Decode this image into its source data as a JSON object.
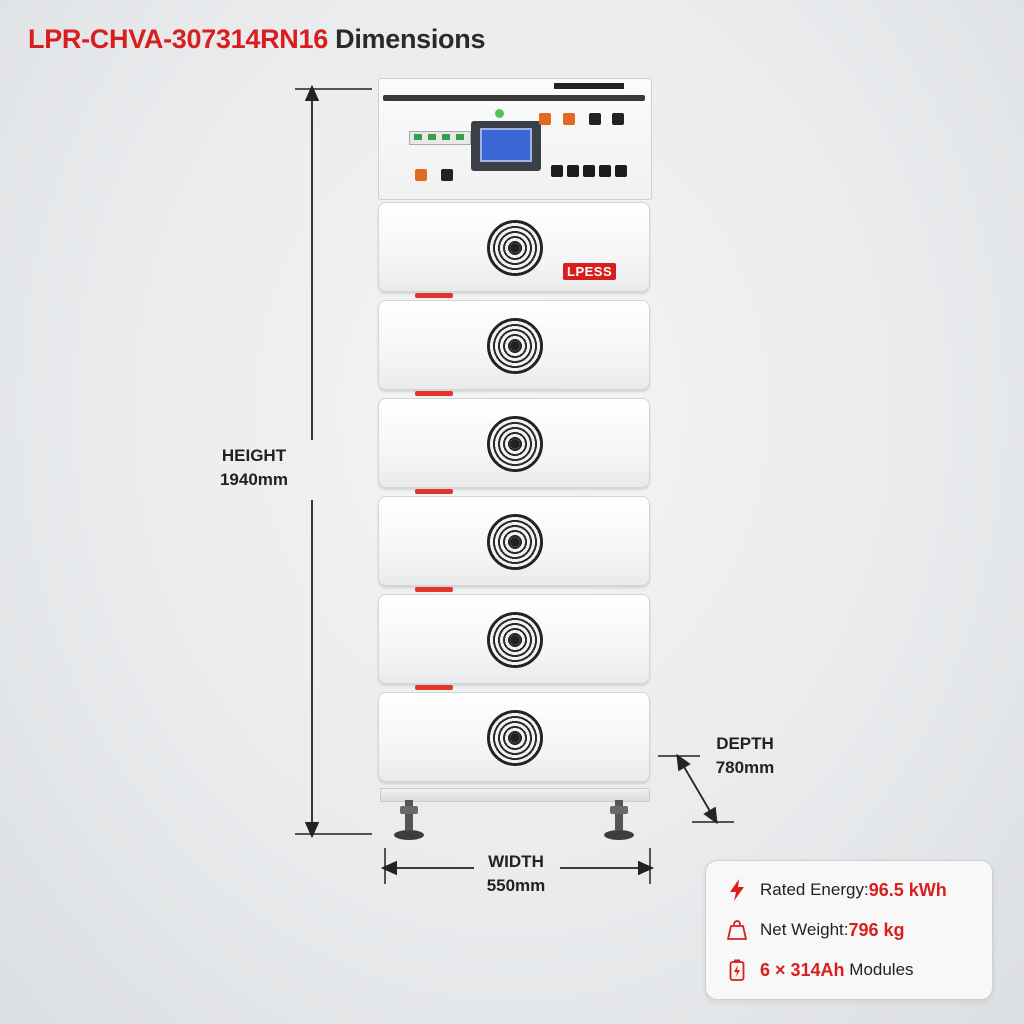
{
  "title": {
    "model": "LPR-CHVA-307314RN16",
    "suffix": "Dimensions"
  },
  "dimensions": {
    "height": {
      "label": "HEIGHT",
      "value": "1940mm"
    },
    "width": {
      "label": "WIDTH",
      "value": "550mm"
    },
    "depth": {
      "label": "DEPTH",
      "value": "780mm"
    }
  },
  "brand_logo": "LPESS",
  "specs": [
    {
      "label": "Rated Energy: ",
      "value": "96.5 kWh",
      "icon": "lightning-icon"
    },
    {
      "label": "Net Weight: ",
      "value": "796 kg",
      "icon": "weight-icon"
    },
    {
      "value": "6 × 314Ah",
      "label": " Modules",
      "icon": "battery-icon"
    }
  ],
  "colors": {
    "accent": "#d81e1e",
    "text": "#222222"
  }
}
